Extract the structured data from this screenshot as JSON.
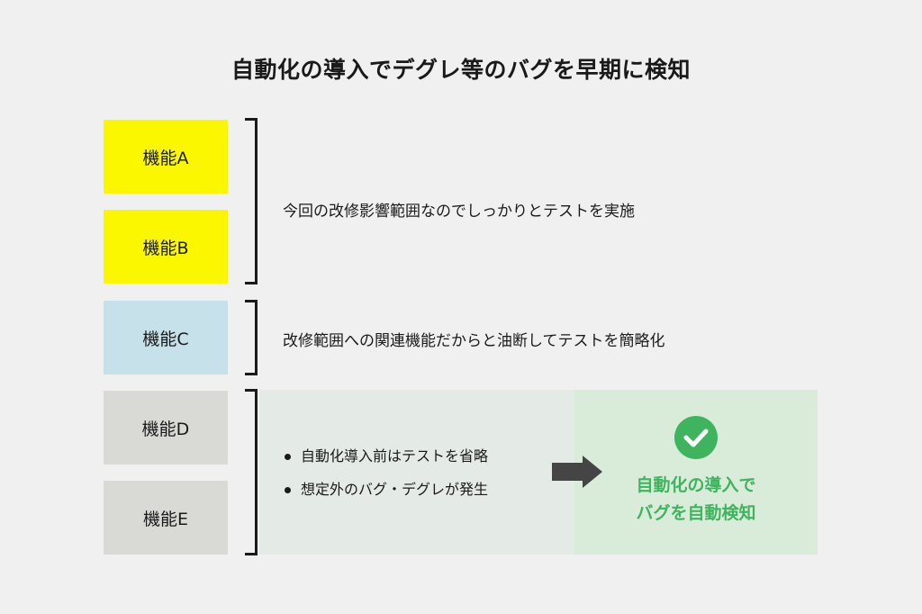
{
  "title": "自動化の導入でデグレ等のバグを早期に検知",
  "features": [
    {
      "label": "機能A",
      "color": "#fbf700"
    },
    {
      "label": "機能B",
      "color": "#fbf700"
    },
    {
      "label": "機能C",
      "color": "#c6e1ea"
    },
    {
      "label": "機能D",
      "color": "#d9d9d6"
    },
    {
      "label": "機能E",
      "color": "#d9d9d6"
    }
  ],
  "groups": [
    {
      "description": "今回の改修影響範囲なのでしっかりとテストを実施"
    },
    {
      "description": "改修範囲への関連機能だからと油断してテストを簡略化"
    },
    {
      "bullets": [
        "自動化導入前はテストを省略",
        "想定外のバグ・デグレが発生"
      ],
      "result_lines": [
        "自動化の導入で",
        "バグを自動検知"
      ],
      "result_color": "#3fb45e"
    }
  ]
}
